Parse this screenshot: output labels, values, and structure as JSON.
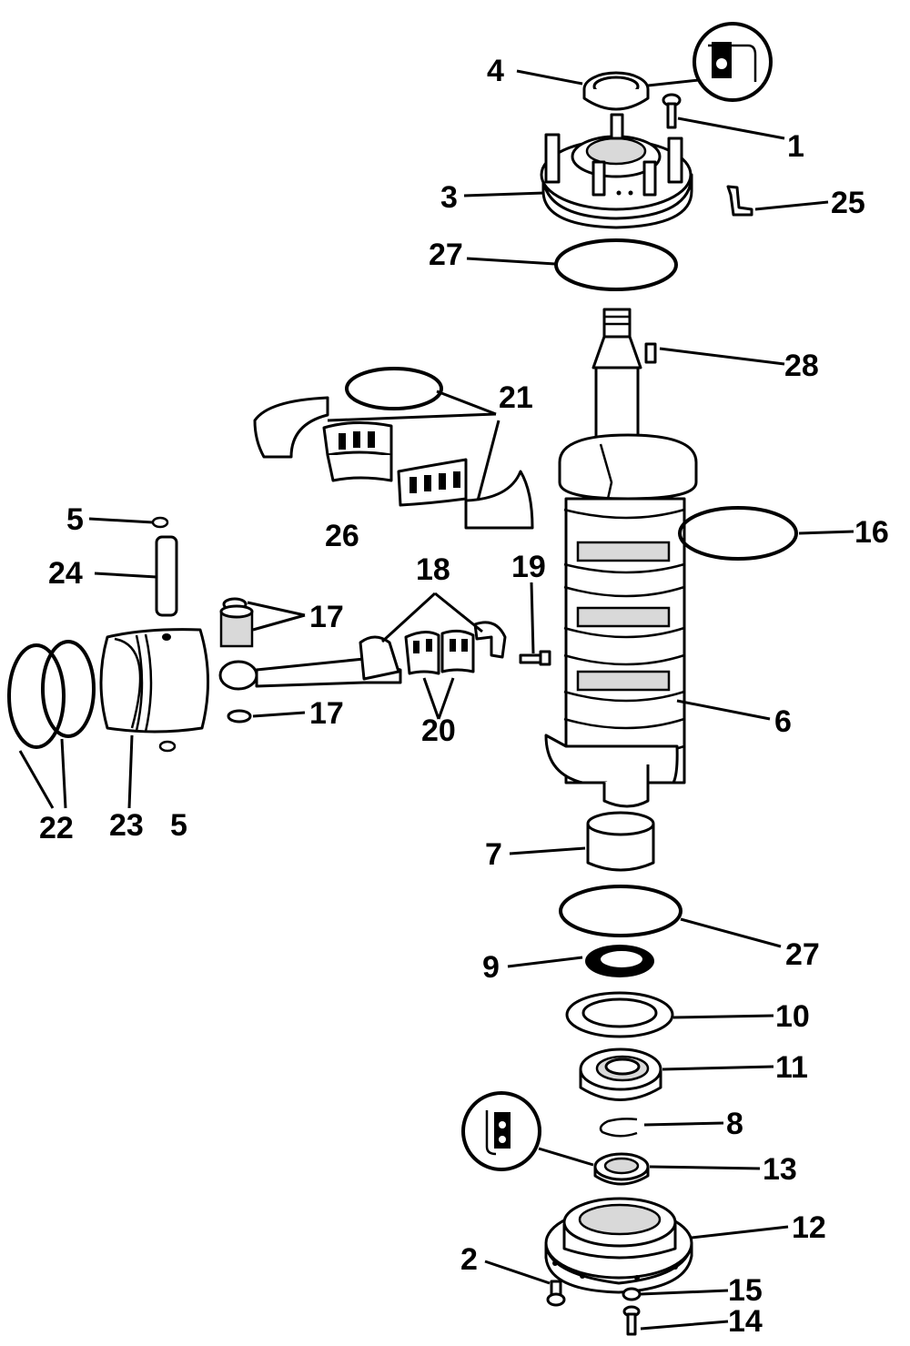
{
  "parts": [
    {
      "id": "p1",
      "label": "1",
      "description": "Screw",
      "name": "screw-part-1"
    },
    {
      "id": "p2",
      "label": "2",
      "description": "Screw",
      "name": "screw-part-2"
    },
    {
      "id": "p3",
      "label": "3",
      "description": "Upper main bearing housing",
      "name": "upper-bearing-housing-part-3"
    },
    {
      "id": "p4",
      "label": "4",
      "description": "Seal",
      "name": "seal-part-4"
    },
    {
      "id": "p5a",
      "label": "5",
      "description": "Retaining ring",
      "name": "retaining-ring-part-5-top"
    },
    {
      "id": "p5b",
      "label": "5",
      "description": "Retaining ring",
      "name": "retaining-ring-part-5-bottom"
    },
    {
      "id": "p6",
      "label": "6",
      "description": "Crankshaft",
      "name": "crankshaft-part-6"
    },
    {
      "id": "p7",
      "label": "7",
      "description": "Roller bearing",
      "name": "roller-bearing-part-7"
    },
    {
      "id": "p8",
      "label": "8",
      "description": "Retaining ring",
      "name": "retaining-ring-part-8"
    },
    {
      "id": "p9",
      "label": "9",
      "description": "Seal",
      "name": "seal-part-9"
    },
    {
      "id": "p10",
      "label": "10",
      "description": "Spacer",
      "name": "spacer-part-10"
    },
    {
      "id": "p11",
      "label": "11",
      "description": "Ball bearing",
      "name": "ball-bearing-part-11"
    },
    {
      "id": "p12",
      "label": "12",
      "description": "Lower main bearing housing",
      "name": "lower-bearing-housing-part-12"
    },
    {
      "id": "p13",
      "label": "13",
      "description": "Seal",
      "name": "seal-part-13"
    },
    {
      "id": "p14",
      "label": "14",
      "description": "Screw",
      "name": "screw-part-14"
    },
    {
      "id": "p15",
      "label": "15",
      "description": "Nut",
      "name": "nut-part-15"
    },
    {
      "id": "p16",
      "label": "16",
      "description": "Seal ring",
      "name": "seal-ring-part-16"
    },
    {
      "id": "p17a",
      "label": "17",
      "description": "Washer / bearing",
      "name": "washer-part-17-top"
    },
    {
      "id": "p17b",
      "label": "17",
      "description": "Washer",
      "name": "washer-part-17-bottom"
    },
    {
      "id": "p18",
      "label": "18",
      "description": "Connecting rod",
      "name": "connecting-rod-part-18"
    },
    {
      "id": "p19",
      "label": "19",
      "description": "Rod screw",
      "name": "rod-screw-part-19"
    },
    {
      "id": "p20",
      "label": "20",
      "description": "Rod bearing cage",
      "name": "rod-bearing-part-20"
    },
    {
      "id": "p21",
      "label": "21",
      "description": "Center bearing race",
      "name": "bearing-race-part-21"
    },
    {
      "id": "p22",
      "label": "22",
      "description": "Piston rings",
      "name": "piston-rings-part-22"
    },
    {
      "id": "p23",
      "label": "23",
      "description": "Piston",
      "name": "piston-part-23"
    },
    {
      "id": "p24",
      "label": "24",
      "description": "Piston pin",
      "name": "piston-pin-part-24"
    },
    {
      "id": "p25",
      "label": "25",
      "description": "Clip",
      "name": "clip-part-25"
    },
    {
      "id": "p26",
      "label": "26",
      "description": "Center bearing cage",
      "name": "bearing-cage-part-26"
    },
    {
      "id": "p27a",
      "label": "27",
      "description": "O-ring",
      "name": "o-ring-part-27-top"
    },
    {
      "id": "p27b",
      "label": "27",
      "description": "O-ring",
      "name": "o-ring-part-27-bottom"
    },
    {
      "id": "p28",
      "label": "28",
      "description": "Key",
      "name": "key-part-28"
    }
  ],
  "sealant_symbols": [
    {
      "name": "sealant-icon-top"
    },
    {
      "name": "sealant-icon-bottom"
    }
  ]
}
